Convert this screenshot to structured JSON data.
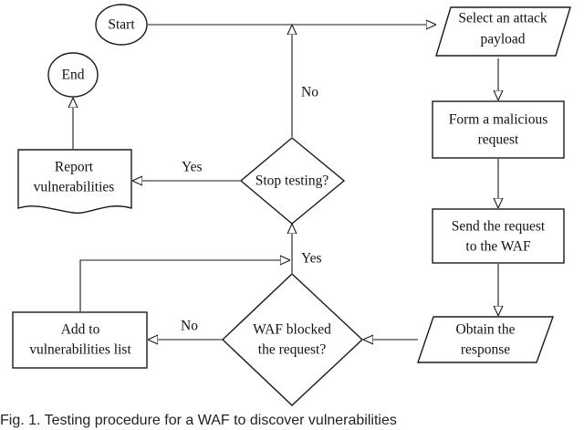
{
  "nodes": {
    "start": {
      "label": "Start"
    },
    "end": {
      "label": "End"
    },
    "select_payload": {
      "lines": [
        "Select an attack",
        "payload"
      ]
    },
    "form_request": {
      "lines": [
        "Form a malicious",
        "request"
      ]
    },
    "send_request": {
      "lines": [
        "Send the request",
        "to the WAF"
      ]
    },
    "obtain_response": {
      "lines": [
        "Obtain the",
        "response"
      ]
    },
    "waf_blocked": {
      "lines": [
        "WAF blocked",
        "the request?"
      ]
    },
    "add_to_list": {
      "lines": [
        "Add to",
        "vulnerabilities list"
      ]
    },
    "stop_testing": {
      "lines": [
        "Stop testing?"
      ]
    },
    "report": {
      "lines": [
        "Report",
        "vulnerabilities"
      ]
    }
  },
  "edges": {
    "stop_no": "No",
    "stop_yes": "Yes",
    "waf_yes": "Yes",
    "waf_no": "No"
  },
  "caption": "Fig. 1. Testing procedure for a WAF to discover vulnerabilities"
}
